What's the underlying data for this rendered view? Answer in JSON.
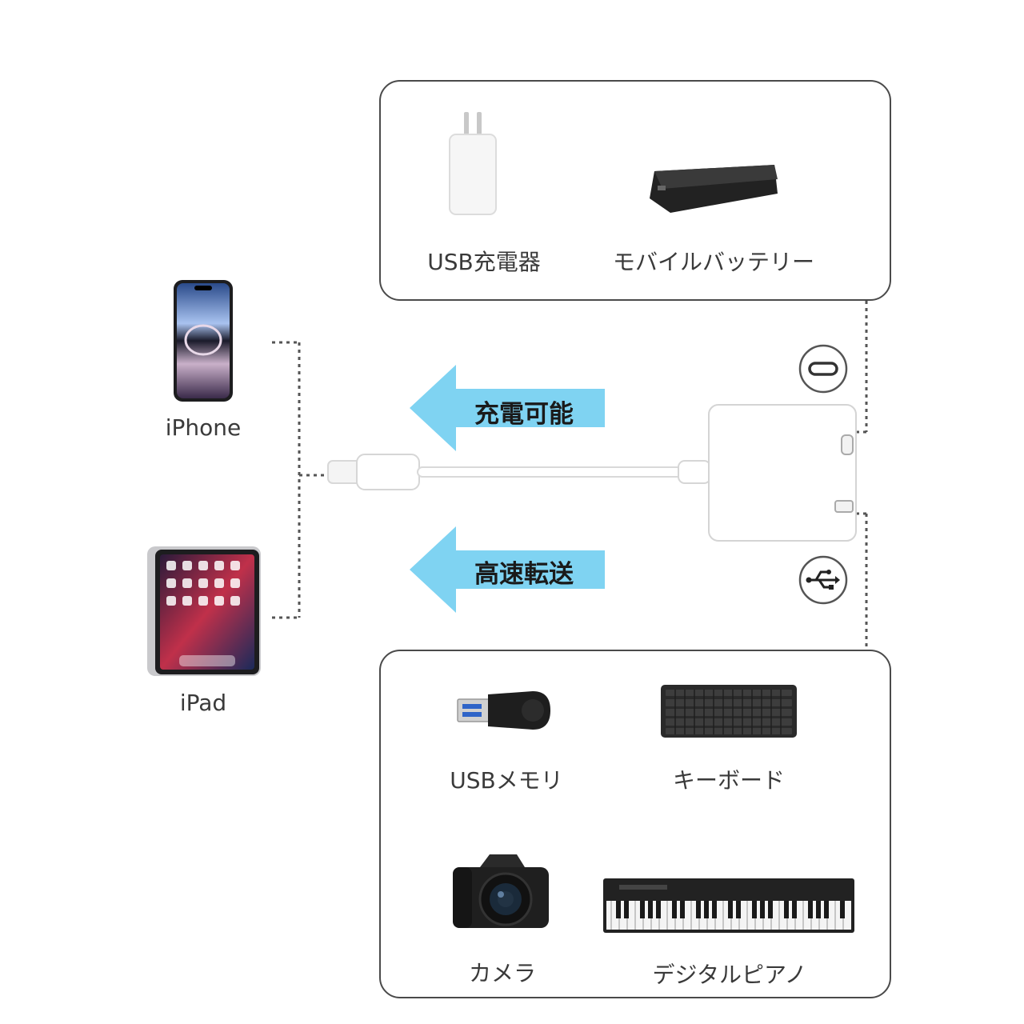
{
  "devices": {
    "iphone_label": "iPhone",
    "ipad_label": "iPad"
  },
  "power_box": {
    "charger_label": "USB充電器",
    "battery_label": "モバイルバッテリー"
  },
  "accessory_box": {
    "usb_memory_label": "USBメモリ",
    "keyboard_label": "キーボード",
    "camera_label": "カメラ",
    "piano_label": "デジタルピアノ"
  },
  "arrows": {
    "charging_label": "充電可能",
    "transfer_label": "高速転送"
  },
  "icons": {
    "usbc_port": "usb-c-port-icon",
    "usb_symbol": "usb-symbol-icon"
  },
  "colors": {
    "arrow_fill": "#7fd3f2",
    "box_border": "#4a4a4a",
    "dotted_line": "#555555"
  }
}
